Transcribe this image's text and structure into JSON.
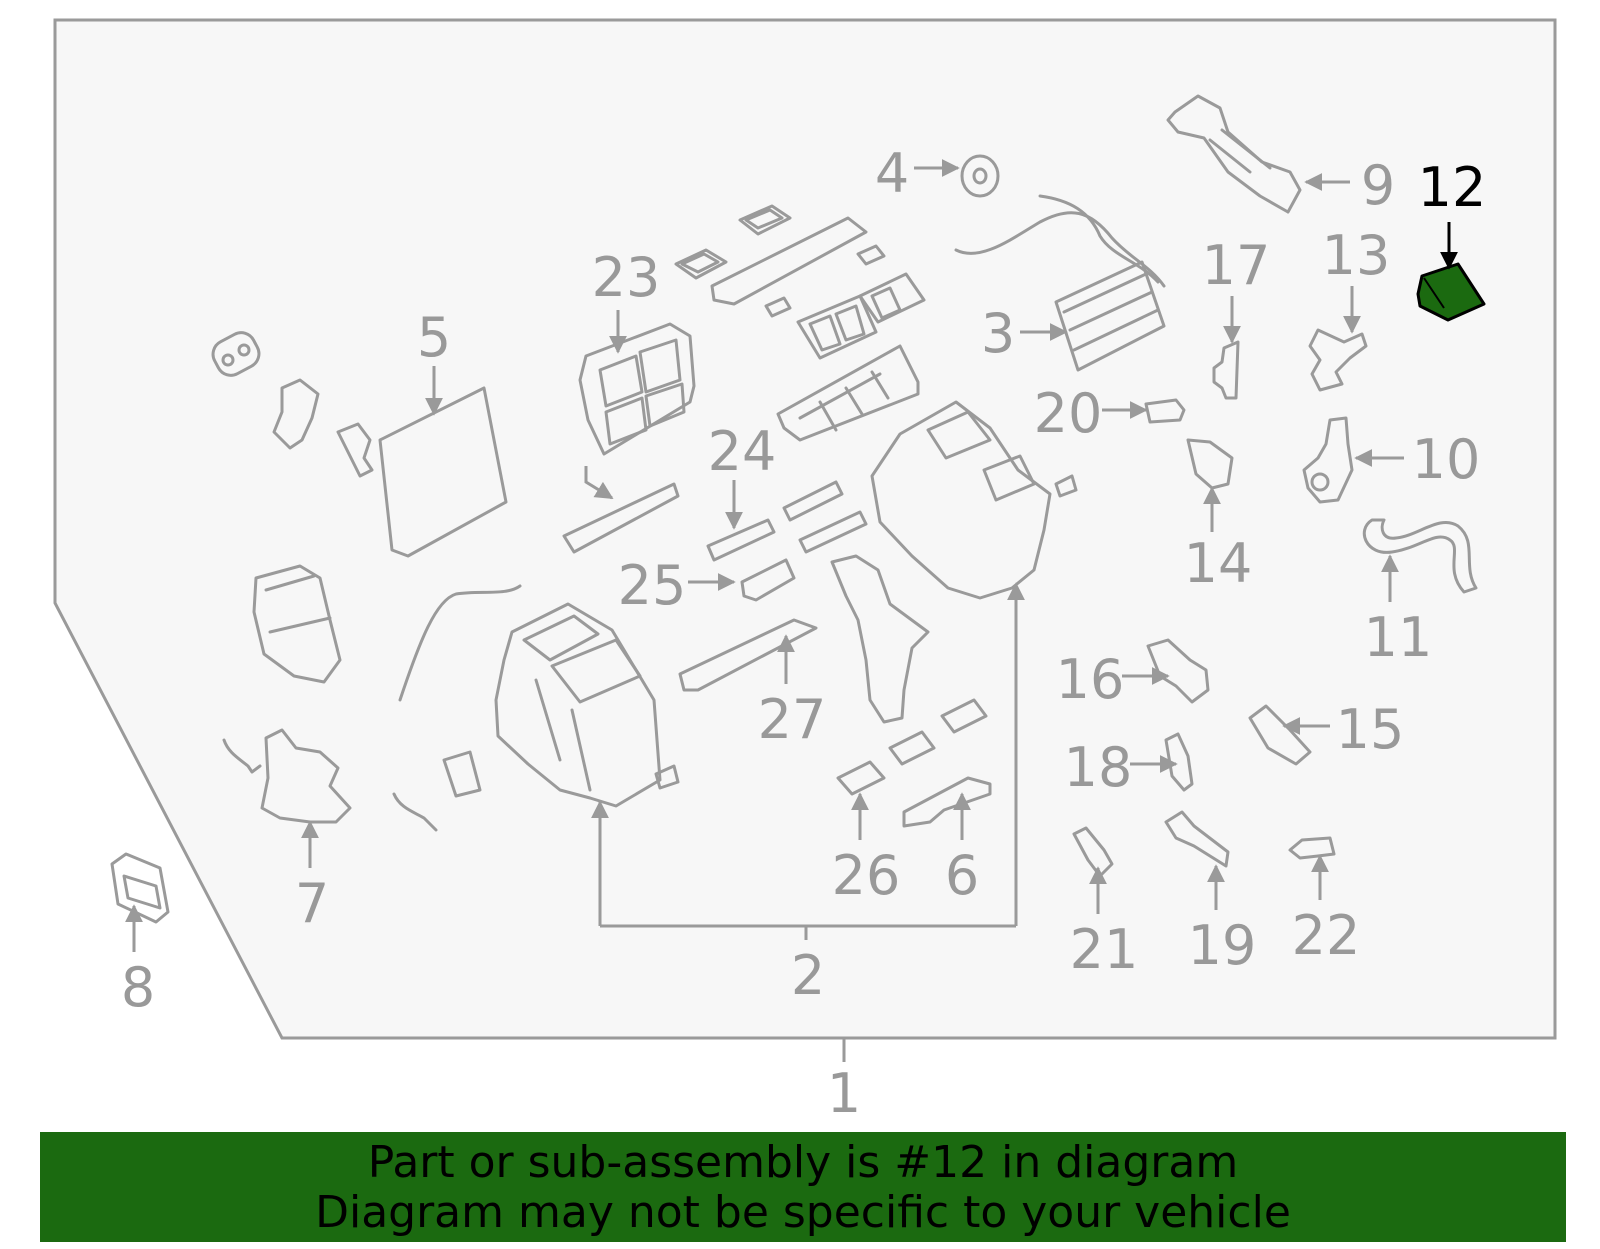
{
  "diagram": {
    "highlighted_part": "12",
    "callouts": [
      "1",
      "2",
      "3",
      "4",
      "5",
      "6",
      "7",
      "8",
      "9",
      "10",
      "11",
      "12",
      "13",
      "14",
      "15",
      "16",
      "17",
      "18",
      "19",
      "20",
      "21",
      "22",
      "23",
      "24",
      "25",
      "26",
      "27"
    ]
  },
  "banner": {
    "line1": "Part or sub-assembly is #12 in diagram",
    "line2": "Diagram may not be specific to your vehicle"
  },
  "colors": {
    "panel_fill": "#f7f7f7",
    "outline": "#9a9a9a",
    "highlight": "#1b6a10",
    "banner": "#1b6a10"
  }
}
